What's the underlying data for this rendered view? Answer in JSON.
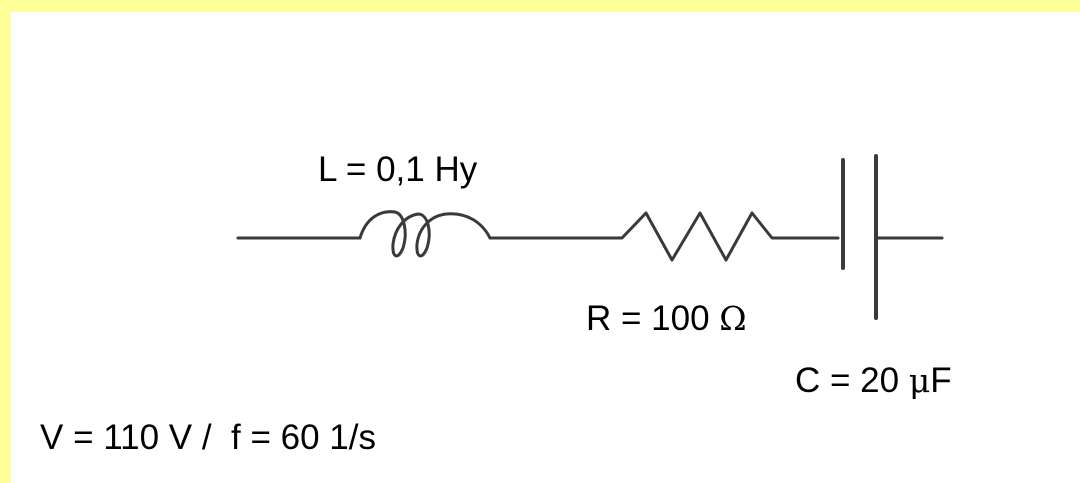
{
  "colors": {
    "border": "#FFFF99",
    "background": "#FFFFFF",
    "ink": "#000000",
    "wire": "#3A3A3A"
  },
  "inductor": {
    "prefix": "L",
    "equals": " = ",
    "value": "0,1 Hy"
  },
  "resistor": {
    "prefix": "R",
    "equals": " = ",
    "value": "100 ",
    "unit": "Ω"
  },
  "capacitor": {
    "prefix": "C",
    "equals": " = ",
    "value": "20 ",
    "unit_prefix": "μ",
    "unit": "F"
  },
  "source": {
    "text": "V = 110 V /  f = 60 1/s"
  }
}
